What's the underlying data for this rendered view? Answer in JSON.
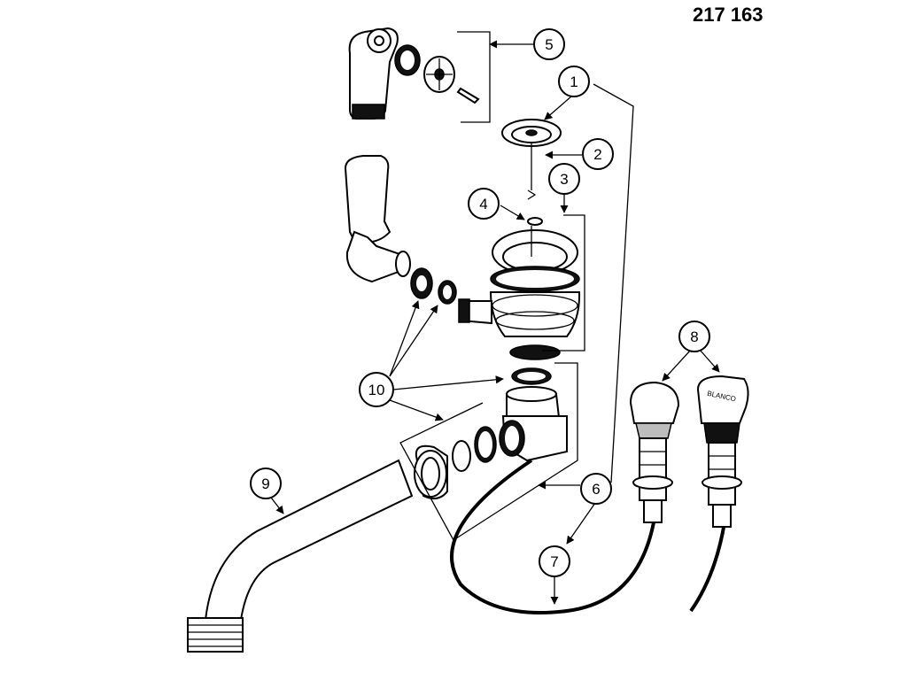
{
  "part_number": "217 163",
  "callouts": [
    {
      "id": "c1",
      "label": "1"
    },
    {
      "id": "c2",
      "label": "2"
    },
    {
      "id": "c3",
      "label": "3"
    },
    {
      "id": "c4",
      "label": "4"
    },
    {
      "id": "c5",
      "label": "5"
    },
    {
      "id": "c6",
      "label": "6"
    },
    {
      "id": "c7",
      "label": "7"
    },
    {
      "id": "c8",
      "label": "8"
    },
    {
      "id": "c9",
      "label": "9"
    },
    {
      "id": "c10",
      "label": "10"
    }
  ],
  "knob_brand": "BLANCO"
}
